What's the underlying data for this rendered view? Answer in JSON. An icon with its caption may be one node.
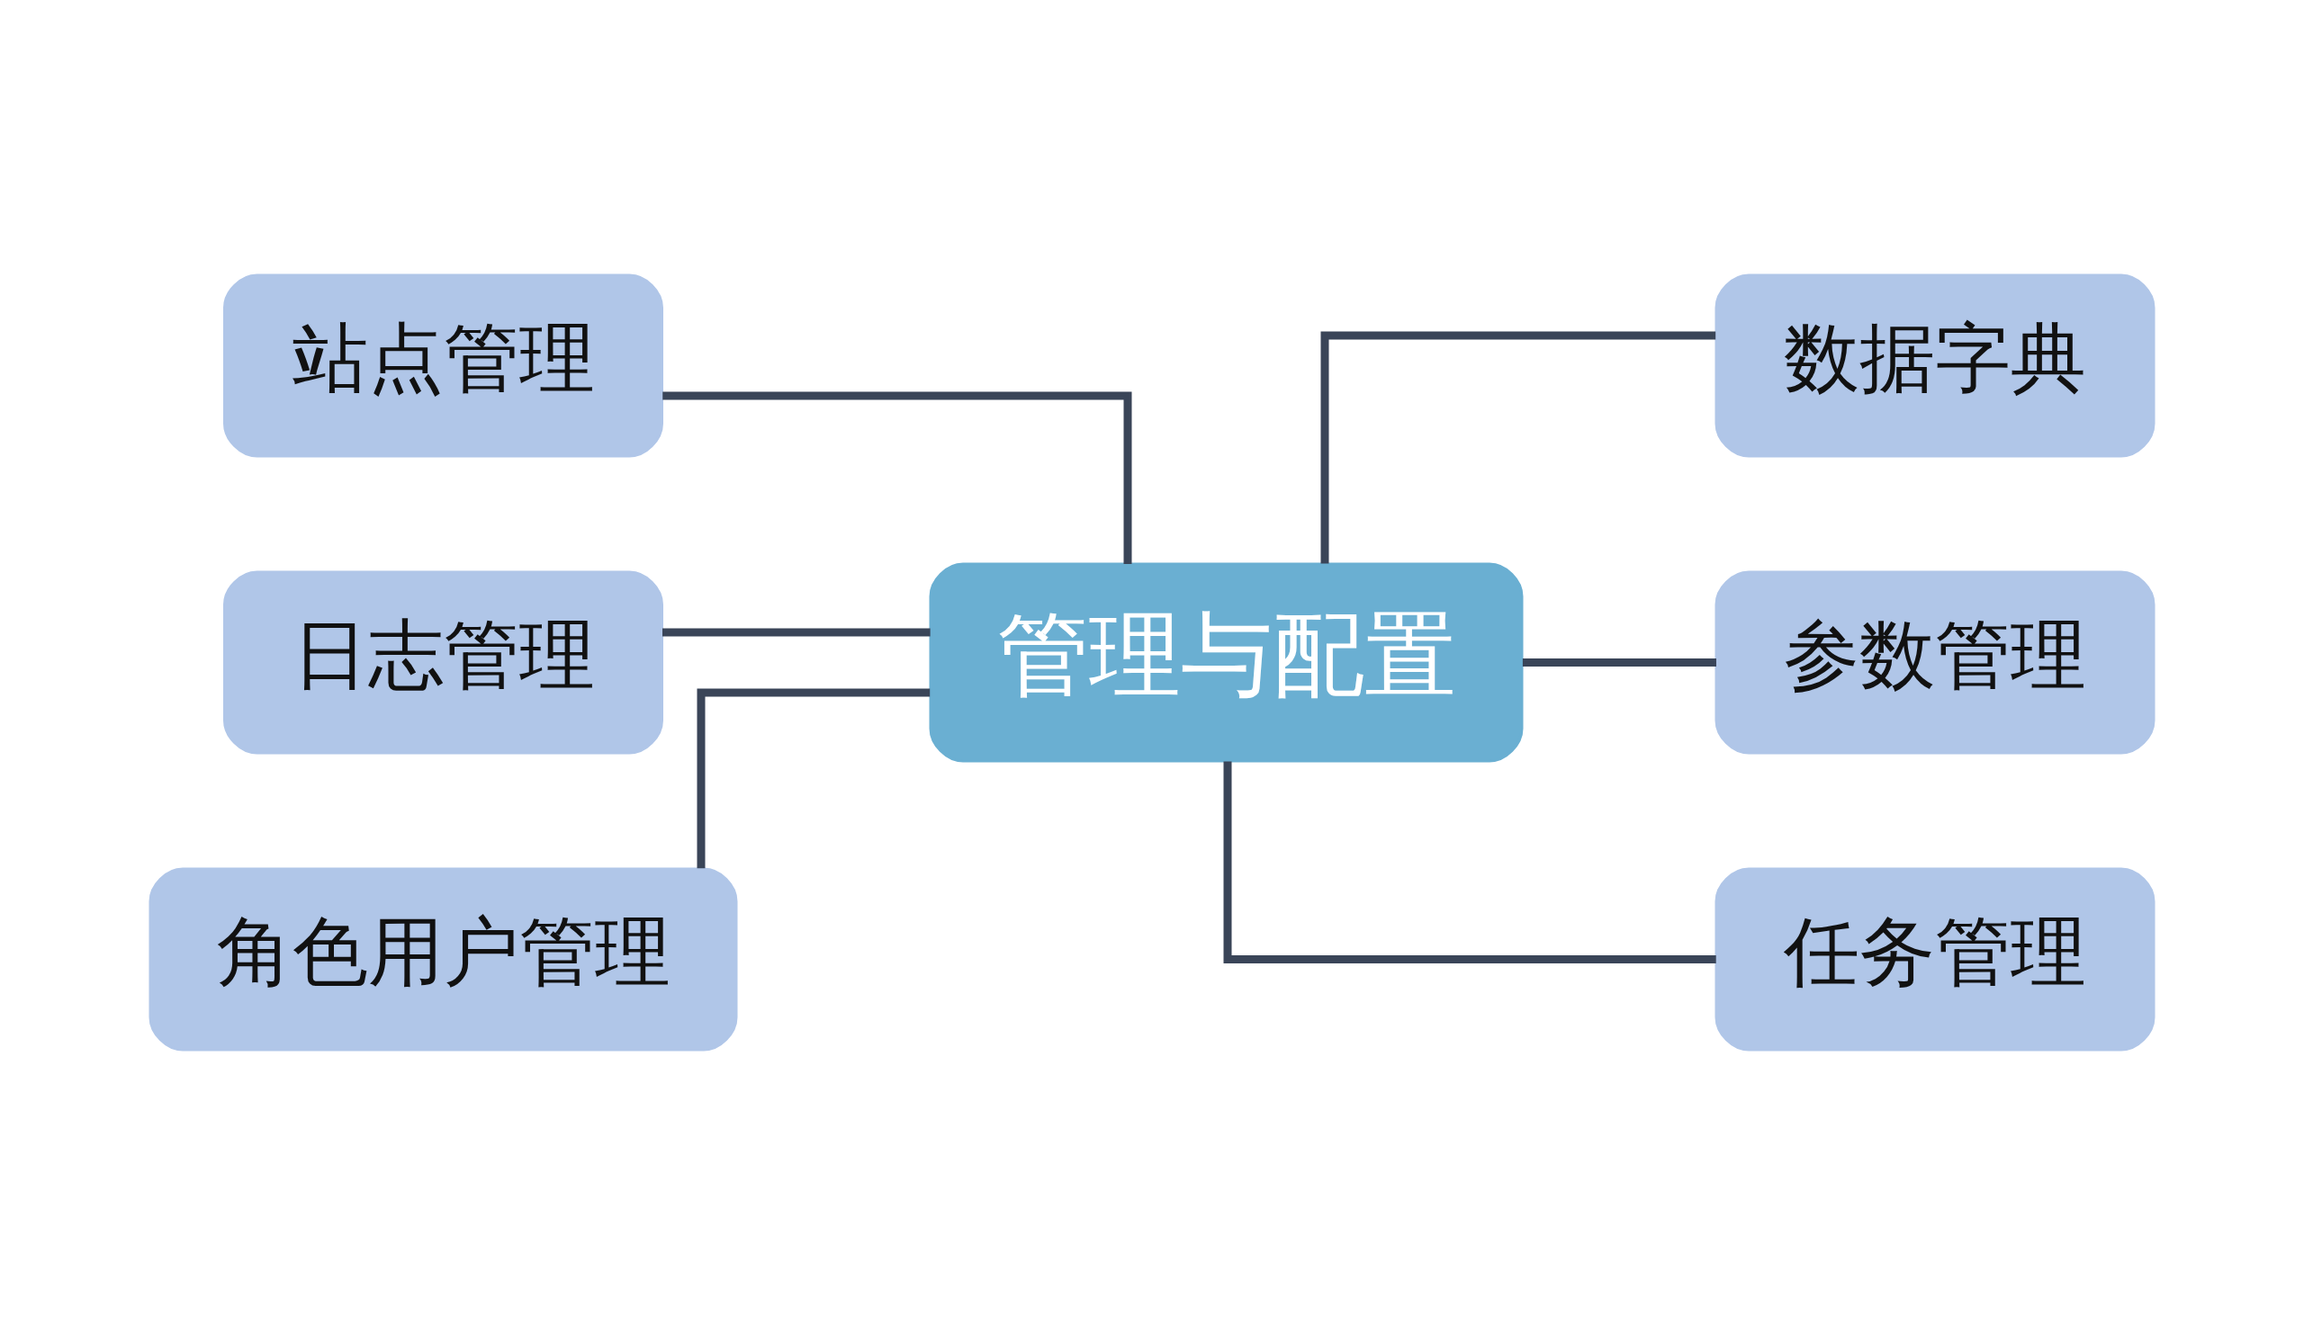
{
  "diagram": {
    "nodes": [
      {
        "text": [
          "管理与配置"
        ]
      },
      {
        "text": [
          "站点管理"
        ]
      },
      {
        "text": [
          "日志管理"
        ]
      },
      {
        "text": [
          "角色用户管理"
        ]
      },
      {
        "text": [
          "数据字典"
        ]
      },
      {
        "text": [
          "参数管理"
        ]
      },
      {
        "text": [
          "任务管理"
        ]
      }
    ],
    "edges": [
      {
        "from": 0,
        "to": 1,
        "arrow": "none"
      },
      {
        "from": 0,
        "to": 2,
        "arrow": "none"
      },
      {
        "from": 0,
        "to": 3,
        "arrow": "none"
      },
      {
        "from": 0,
        "to": 4,
        "arrow": "none"
      },
      {
        "from": 0,
        "to": 5,
        "arrow": "none"
      },
      {
        "from": 0,
        "to": 6,
        "arrow": "none"
      }
    ]
  }
}
